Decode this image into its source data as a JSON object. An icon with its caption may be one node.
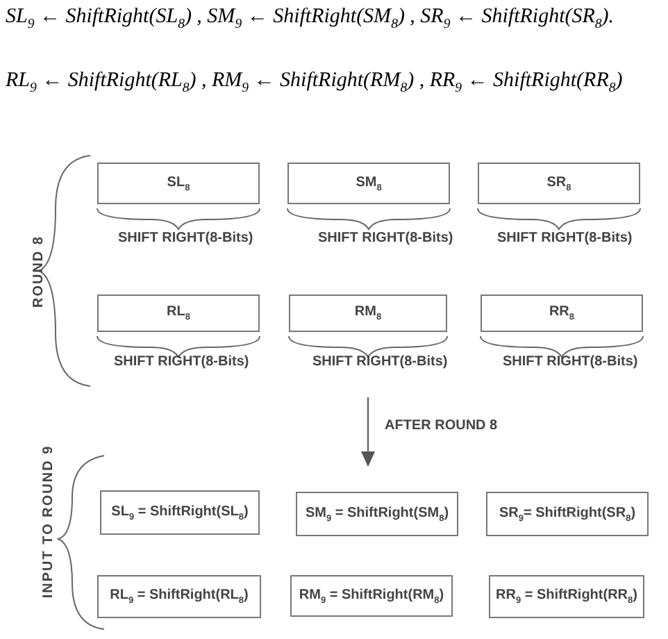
{
  "diagram": {
    "nodes": [
      {
        "text": [
          "SL$_{8}$"
        ],
        "beside": [
          "SHIFT RIGHT(8-Bits)"
        ]
      },
      {
        "text": [
          "SM$_{8}$"
        ],
        "beside": [
          "SHIFT RIGHT(8-Bits)"
        ]
      },
      {
        "text": [
          "SR$_{8}$"
        ],
        "beside": [
          "SHIFT RIGHT(8-Bits)"
        ]
      },
      {
        "text": [
          "RL$_{8}$"
        ],
        "beside": [
          "SHIFT RIGHT(8-Bits)"
        ]
      },
      {
        "text": [
          "RM$_{8}$"
        ],
        "beside": [
          "SHIFT RIGHT(8-Bits)"
        ]
      },
      {
        "text": [
          "RR$_{8}$"
        ],
        "beside": [
          "SHIFT RIGHT(8-Bits)"
        ]
      },
      {
        "text": [
          "SL$_{9}$ = ShiftRight(SL$_{8}$)"
        ]
      },
      {
        "text": [
          "SM$_{9}$ = ShiftRight(SM$_{8}$)"
        ]
      },
      {
        "text": [
          "SR$_{9}$= ShiftRight(SR$_{8}$)"
        ]
      },
      {
        "text": [
          "RL$_{9}$ = ShiftRight(RL$_{8}$)"
        ]
      },
      {
        "text": [
          "RM$_{9}$ = ShiftRight(RM$_{8}$)"
        ]
      },
      {
        "text": [
          "RR$_{9}$ = ShiftRight(RR$_{8}$)"
        ]
      }
    ],
    "edges": [],
    "labels": [
      "SL$_{9}$ ← ShiftRight(SL$_{8}$) , SM$_{9}$ ← ShiftRight(SM$_{8}$) , SR$_{9}$ ← ShiftRight(SR$_{8}$).",
      "RL$_{9}$ ← ShiftRight(RL$_{8}$) , RM$_{9}$ ← ShiftRight(RM$_{8}$) , RR$_{9}$ ← ShiftRight(RR$_{8}$)",
      "ROUND 8",
      "AFTER ROUND 8",
      "INPUT TO ROUND 9"
    ]
  }
}
